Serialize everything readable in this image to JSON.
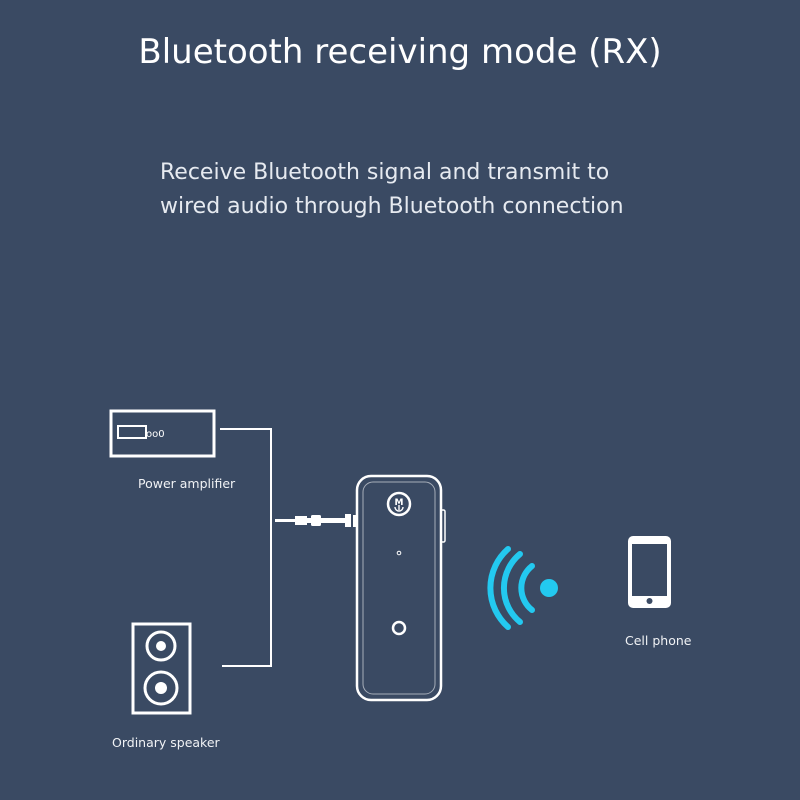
{
  "title": "Bluetooth receiving mode (RX)",
  "subtitle_lines": [
    "Receive Bluetooth signal and transmit to",
    "wired audio through Bluetooth connection"
  ],
  "labels": {
    "power_amplifier": "Power amplifier",
    "ordinary_speaker": "Ordinary speaker",
    "cell_phone": "Cell phone"
  },
  "device": {
    "amp_display_text": "oo0",
    "button_letter": "M"
  },
  "colors": {
    "background": "#3a4a63",
    "line": "#ffffff",
    "signal": "#23c9f0"
  },
  "icons": [
    "power-amplifier-icon",
    "speaker-icon",
    "audio-jack-icon",
    "bluetooth-receiver-icon",
    "wireless-signal-icon",
    "cell-phone-icon"
  ]
}
